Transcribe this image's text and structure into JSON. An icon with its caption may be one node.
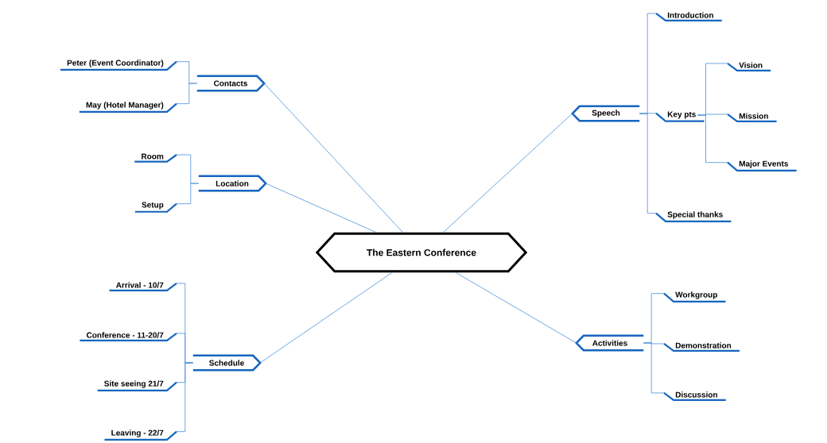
{
  "diagram": {
    "nodes": [
      {
        "text": [
          "The Eastern Conference"
        ]
      },
      {
        "text": [
          "Contacts"
        ]
      },
      {
        "text": [
          "Peter (Event Coordinator)"
        ]
      },
      {
        "text": [
          "May (Hotel Manager)"
        ]
      },
      {
        "text": [
          "Location"
        ]
      },
      {
        "text": [
          "Room"
        ]
      },
      {
        "text": [
          "Setup"
        ]
      },
      {
        "text": [
          "Schedule"
        ]
      },
      {
        "text": [
          "Arrival - 10/7"
        ]
      },
      {
        "text": [
          "Conference - 11-20/7"
        ]
      },
      {
        "text": [
          "Site seeing 21/7"
        ]
      },
      {
        "text": [
          "Leaving - 22/7"
        ]
      },
      {
        "text": [
          "Speech"
        ]
      },
      {
        "text": [
          "Introduction"
        ]
      },
      {
        "text": [
          "Key pts"
        ]
      },
      {
        "text": [
          "Vision"
        ]
      },
      {
        "text": [
          "Mission"
        ]
      },
      {
        "text": [
          "Major Events"
        ]
      },
      {
        "text": [
          "Special thanks"
        ]
      },
      {
        "text": [
          "Activities"
        ]
      },
      {
        "text": [
          "Workgroup"
        ]
      },
      {
        "text": [
          "Demonstration"
        ]
      },
      {
        "text": [
          "Discussion"
        ]
      }
    ],
    "edges": [
      {
        "from": 0,
        "to": 1,
        "arrow": "none"
      },
      {
        "from": 1,
        "to": 2,
        "arrow": "none"
      },
      {
        "from": 1,
        "to": 3,
        "arrow": "none"
      },
      {
        "from": 0,
        "to": 4,
        "arrow": "none"
      },
      {
        "from": 4,
        "to": 5,
        "arrow": "none"
      },
      {
        "from": 4,
        "to": 6,
        "arrow": "none"
      },
      {
        "from": 0,
        "to": 7,
        "arrow": "none"
      },
      {
        "from": 7,
        "to": 8,
        "arrow": "none"
      },
      {
        "from": 7,
        "to": 9,
        "arrow": "none"
      },
      {
        "from": 7,
        "to": 10,
        "arrow": "none"
      },
      {
        "from": 7,
        "to": 11,
        "arrow": "none"
      },
      {
        "from": 0,
        "to": 12,
        "arrow": "none"
      },
      {
        "from": 12,
        "to": 13,
        "arrow": "none"
      },
      {
        "from": 12,
        "to": 14,
        "arrow": "none"
      },
      {
        "from": 14,
        "to": 15,
        "arrow": "none"
      },
      {
        "from": 14,
        "to": 16,
        "arrow": "none"
      },
      {
        "from": 14,
        "to": 17,
        "arrow": "none"
      },
      {
        "from": 12,
        "to": 18,
        "arrow": "none"
      },
      {
        "from": 0,
        "to": 19,
        "arrow": "none"
      },
      {
        "from": 19,
        "to": 20,
        "arrow": "none"
      },
      {
        "from": 19,
        "to": 21,
        "arrow": "none"
      },
      {
        "from": 19,
        "to": 22,
        "arrow": "none"
      }
    ]
  }
}
